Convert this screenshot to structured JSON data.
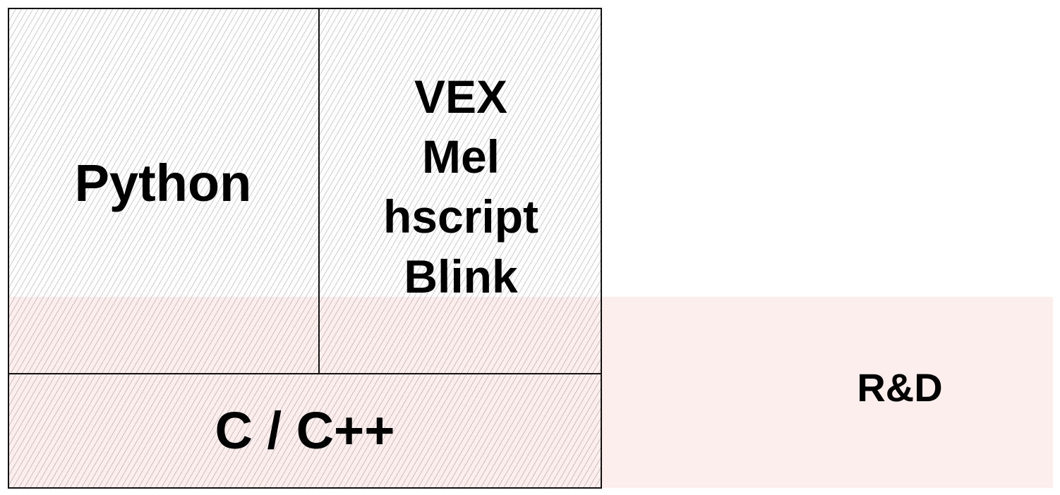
{
  "diagram": {
    "blocks": {
      "python": "Python",
      "scripting_langs": [
        "VEX",
        "Mel",
        "hscript",
        "Blink"
      ],
      "cpp": "C / C++",
      "rnd": "R&D"
    },
    "colors": {
      "rnd_band": "#fdeeee",
      "hatch": "#cccccc",
      "border": "#111111",
      "text": "#000000"
    }
  }
}
